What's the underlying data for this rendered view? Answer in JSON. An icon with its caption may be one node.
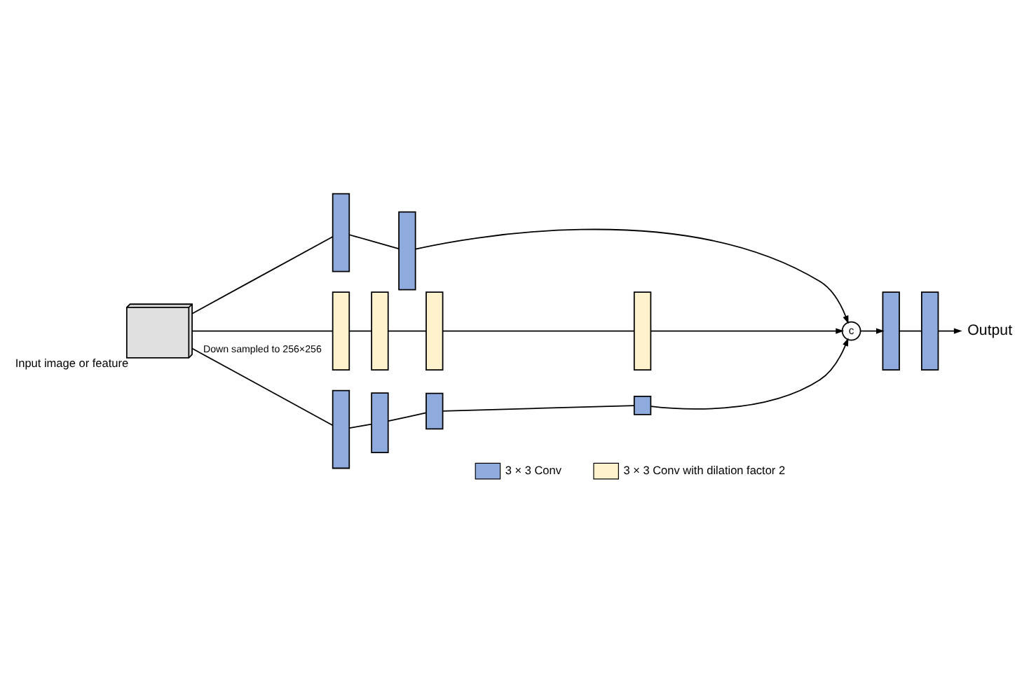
{
  "diagram": {
    "nodes": [
      {
        "text": [],
        "shape": "box",
        "beside": [
          "Input image or feature"
        ]
      },
      {
        "text": [],
        "shape": "bar"
      },
      {
        "text": [],
        "shape": "bar"
      },
      {
        "text": [],
        "shape": "bar"
      },
      {
        "text": [],
        "shape": "bar"
      },
      {
        "text": [],
        "shape": "bar"
      },
      {
        "text": [],
        "shape": "bar"
      },
      {
        "text": [],
        "shape": "bar"
      },
      {
        "text": [],
        "shape": "bar"
      },
      {
        "text": [],
        "shape": "bar"
      },
      {
        "text": [],
        "shape": "bar"
      },
      {
        "text": [
          "c"
        ]
      },
      {
        "text": [],
        "shape": "bar"
      },
      {
        "text": [],
        "shape": "bar"
      },
      {
        "text": [
          "Output"
        ]
      }
    ],
    "edges": [
      {
        "from": 0,
        "to": 1,
        "arrow": "none"
      },
      {
        "from": 1,
        "to": 2,
        "arrow": "none"
      },
      {
        "from": 2,
        "to": 11,
        "arrow": "to"
      },
      {
        "from": 0,
        "to": 3,
        "arrow": "none"
      },
      {
        "from": 3,
        "to": 4,
        "arrow": "none"
      },
      {
        "from": 4,
        "to": 5,
        "arrow": "none"
      },
      {
        "from": 5,
        "to": 6,
        "arrow": "none"
      },
      {
        "from": 6,
        "to": 11,
        "arrow": "to"
      },
      {
        "from": 0,
        "to": 7,
        "arrow": "none",
        "label": "Down sampled to 256×256"
      },
      {
        "from": 7,
        "to": 8,
        "arrow": "none"
      },
      {
        "from": 8,
        "to": 9,
        "arrow": "none"
      },
      {
        "from": 9,
        "to": 10,
        "arrow": "none"
      },
      {
        "from": 10,
        "to": 11,
        "arrow": "to"
      },
      {
        "from": 11,
        "to": 12,
        "arrow": "to"
      },
      {
        "from": 12,
        "to": 13,
        "arrow": "none"
      },
      {
        "from": 13,
        "to": 14,
        "arrow": "to"
      }
    ],
    "legend": [
      {
        "text": "3 × 3 Conv",
        "color": "#8faadc"
      },
      {
        "text": "3 × 3 Conv with dilation factor 2",
        "color": "#fff2cc"
      }
    ]
  }
}
